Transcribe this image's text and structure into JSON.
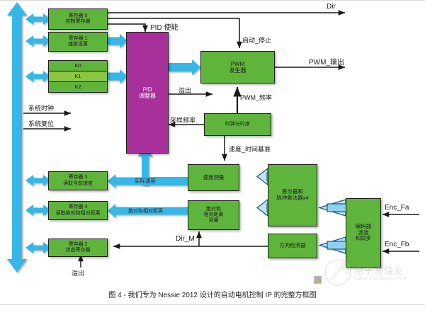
{
  "figure": {
    "caption": "图 4 - 我们专为 Nessie 2012 设计的自动电机控制 IP 的完整方框图",
    "watermark_text": "电子发烧友",
    "watermark_url": "www.elecfans.com"
  },
  "colors": {
    "green": "#5fb53c",
    "green_light": "#8cc63f",
    "purple": "#a8309a",
    "cyan": "#35b7e8",
    "line": "#1a1a1a",
    "background": "#ffffff"
  },
  "blocks": {
    "reg0": "寄存器 0\n控制寄存器",
    "reg1": "寄存器 1\n速度设置",
    "k0": "K0",
    "k1": "K1",
    "k2": "K2",
    "pid": "PID\n调整器",
    "pwm": "PWM\n发生器",
    "clock": "时钟与时序",
    "reg3": "寄存器 3\n读取当前速度",
    "reg4": "寄存器 4\n读取绝对和相对距离",
    "reg2": "寄存器 2\n状态寄存器",
    "speed_meas": "速度测量",
    "dist_meas": "绝对和\n相对距离\n测量",
    "diff": "差分器和\n脉冲乘法器x4",
    "dir_det": "方向检测器",
    "encoder": "编码器\n滤波\n和同步"
  },
  "signals": {
    "pid_enable": "PID 使能",
    "dir": "Dir",
    "start_stop": "启动_停止",
    "pwm_out": "PWM_输出",
    "overflow_top": "溢出",
    "pwm_freq": "PWM_频率",
    "sample_freq": "采样频率",
    "speed_timebase": "速度_时间基准",
    "sys_clock": "系统时钟",
    "sys_reset": "系统复位",
    "actual_speed": "实际速度",
    "abs_rel_dist": "绝对和相对距离",
    "dir_m": "Dir_M",
    "overflow_bottom": "溢出",
    "enc_fa": "Enc_Fa",
    "enc_fb": "Enc_Fb"
  }
}
